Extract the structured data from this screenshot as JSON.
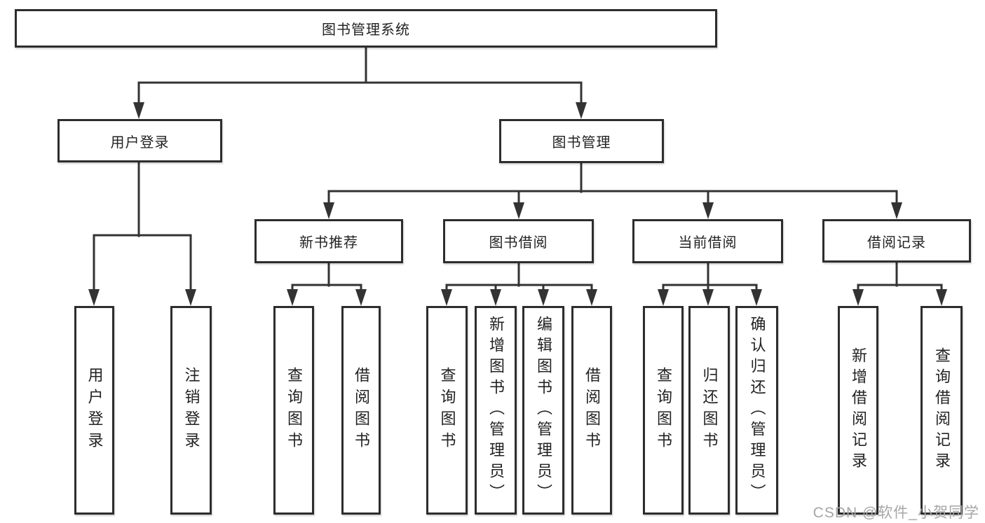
{
  "tree": {
    "root_label": "图书管理系统",
    "branches": [
      {
        "label": "用户登录",
        "leaves": [
          "用户登录",
          "注销登录"
        ]
      },
      {
        "label": "图书管理",
        "groups": [
          {
            "label": "新书推荐",
            "leaves": [
              "查询图书",
              "借阅图书"
            ]
          },
          {
            "label": "图书借阅",
            "leaves": [
              "查询图书",
              "新增图书（管理员）",
              "编辑图书（管理员）",
              "借阅图书"
            ]
          },
          {
            "label": "当前借阅",
            "leaves": [
              "查询图书",
              "归还图书",
              "确认归还（管理员）"
            ]
          },
          {
            "label": "借阅记录",
            "leaves": [
              "新增借阅记录",
              "查询借阅记录"
            ]
          }
        ]
      }
    ]
  },
  "watermark": {
    "text": "CSDN @软件_小贺同学"
  },
  "colors": {
    "line": "#333333",
    "box_border": "#2d2d2d",
    "text": "#222222",
    "watermark": "#a6a6a6",
    "background": "#ffffff"
  }
}
